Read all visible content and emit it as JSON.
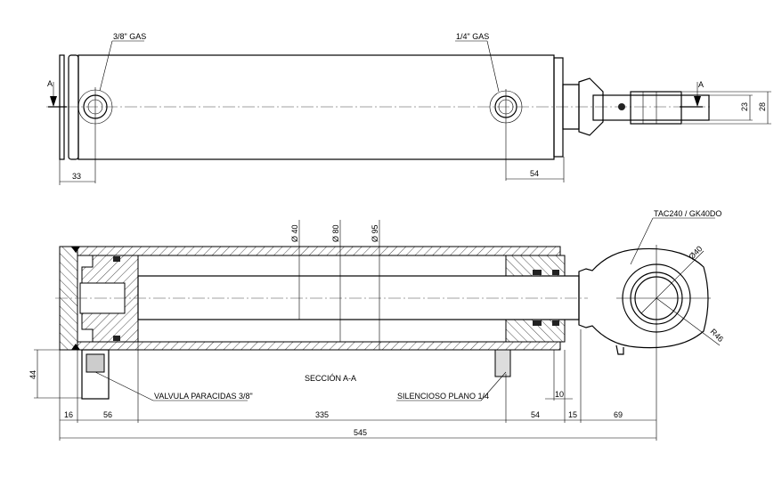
{
  "title": "Cilindro hidráulico - plano",
  "top_view": {
    "port_left_label": "3/8\" GAS",
    "port_right_label": "1/4\" GAS",
    "section_mark": "A",
    "dims": {
      "left_port": "33",
      "right_port": "54",
      "clevis_inner": "23",
      "clevis_outer": "28"
    }
  },
  "section_view": {
    "title": "SECCIÓN A-A",
    "diameters": {
      "rod": "Ø 40",
      "bore": "Ø 80",
      "outer": "Ø 95"
    },
    "valve_label": "VALVULA PARACIDAS 3/8\"",
    "silencer_label": "SILENCIOSO PLANO 1/4",
    "rod_end_label": "TAC240 / GK40DO",
    "eye_diameter": "Ø40",
    "eye_radius": "R46",
    "dims": {
      "d16": "16",
      "d56": "56",
      "d335": "335",
      "d54": "54",
      "d15": "15",
      "d69": "69",
      "d10": "10",
      "d44": "44",
      "total": "545"
    }
  }
}
